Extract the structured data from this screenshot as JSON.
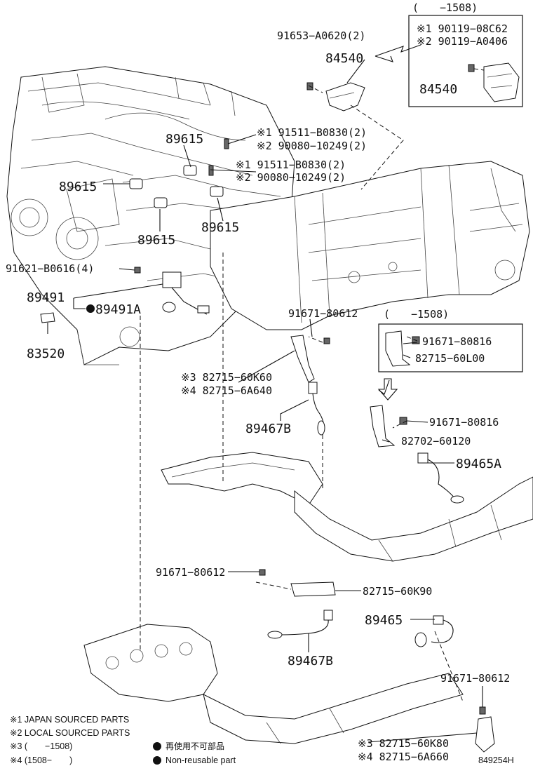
{
  "diagram_id": "849254H",
  "labels": {
    "top_box_period": "(　　−1508)",
    "top_box_l1": "※1 90119−08C62",
    "top_box_l2": "※2 90119−A0406",
    "top_box_part": "84540",
    "p91653": "91653−A0620(2)",
    "p84540": "84540",
    "p91511_a": "※1 91511−B0830(2)",
    "p90080_a": "※2 90080−10249(2)",
    "p91511_b": "※1 91511−B0830(2)",
    "p90080_b": "※2 90080−10249(2)",
    "p89615_1": "89615",
    "p89615_2": "89615",
    "p89615_3": "89615",
    "p89615_4": "89615",
    "p91621": "91621−B0616(4)",
    "p89491": "89491",
    "p89491A": "89491A",
    "p83520": "83520",
    "p91671_a": "91671−80612",
    "mid_box_period": "(　　−1508)",
    "mid_box_l1": "91671−80816",
    "mid_box_l2": "82715−60L00",
    "p82715_3": "※3 82715−60K60",
    "p82715_4": "※4 82715−6A640",
    "p89467B_a": "89467B",
    "p91671_b": "91671−80816",
    "p82702": "82702−60120",
    "p89465A": "89465A",
    "p91671_c": "91671−80612",
    "p82715_k90": "82715−60K90",
    "p89465": "89465",
    "p89467B_b": "89467B",
    "p91671_d": "91671−80612",
    "p82715_k80": "※3 82715−60K80",
    "p82715_a660": "※4 82715−6A660"
  },
  "legend": {
    "note1": "※1 JAPAN SOURCED PARTS",
    "note2": "※2 LOCAL SOURCED PARTS",
    "note3": "※3 (　　−1508)",
    "note4": "※4 (1508−　　)",
    "nonreuse_jp": "再使用不可部品",
    "nonreuse_en": "Non-reusable part"
  }
}
